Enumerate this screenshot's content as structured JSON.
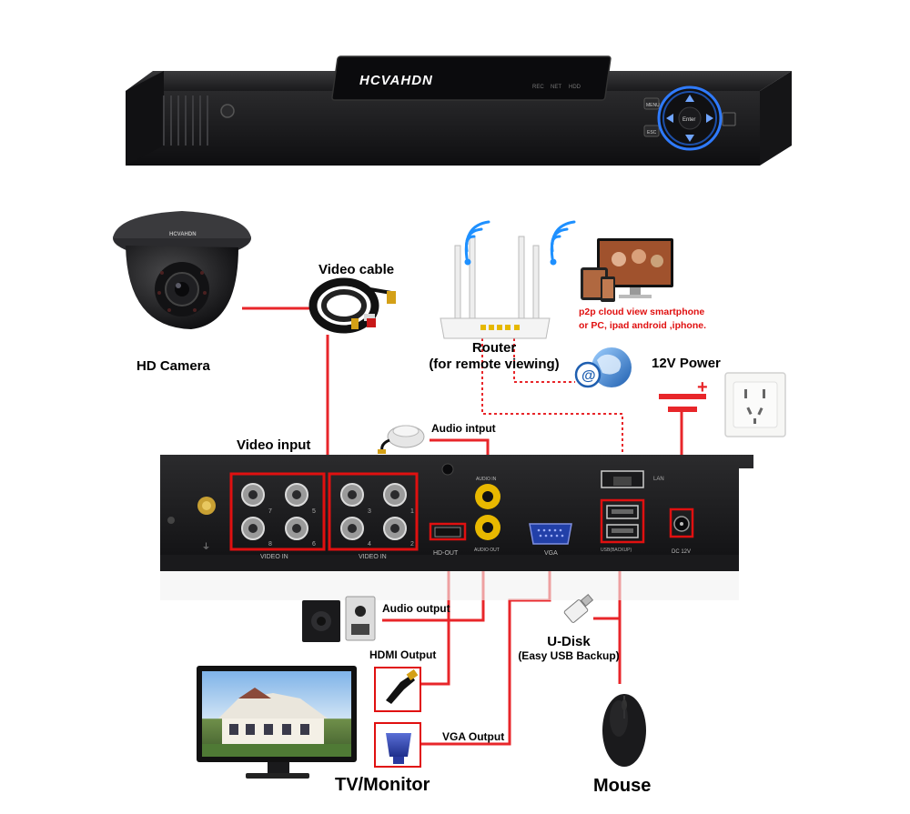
{
  "device": {
    "brand": "HCVAHDN",
    "indicators": [
      "REC",
      "NET",
      "HDD"
    ],
    "buttons": [
      "MENU",
      "ESC"
    ],
    "enter_label": "Enter"
  },
  "labels": {
    "hd_camera": "HD Camera",
    "video_cable": "Video cable",
    "router_line1": "Router",
    "router_line2": "(for remote viewing)",
    "p2p_line1": "p2p cloud  view smartphone",
    "p2p_line2": "or PC, ipad android ,iphone.",
    "power_12v": "12V Power",
    "video_input": "Video input",
    "audio_input": "Audio intput",
    "audio_output": "Audio output",
    "hdmi_output": "HDMI Output",
    "vga_output": "VGA Output",
    "udisk_line1": "U-Disk",
    "udisk_line2": "(Easy USB Backup)",
    "tv_monitor": "TV/Monitor",
    "mouse": "Mouse"
  },
  "rear_panel": {
    "video_in_left": "VIDEO IN",
    "video_in_right": "VIDEO IN",
    "bnc_numbers_left": [
      "7",
      "5",
      "8",
      "6"
    ],
    "bnc_numbers_right": [
      "3",
      "1",
      "4",
      "2"
    ],
    "hd_out": "HD-OUT",
    "audio_in": "AUDIO IN",
    "audio_out": "AUDIO OUT",
    "vga": "VGA",
    "usb": "USB(BACKUP)",
    "lan": "LAN",
    "dc": "DC 12V",
    "camera_brand": "HCVAHDN",
    "power_symbol": "+"
  },
  "colors": {
    "cable_red": "#e8262a",
    "highlight_red": "#e01010",
    "device_body": "#1c1c1e",
    "button_blue": "#2f7bff"
  }
}
